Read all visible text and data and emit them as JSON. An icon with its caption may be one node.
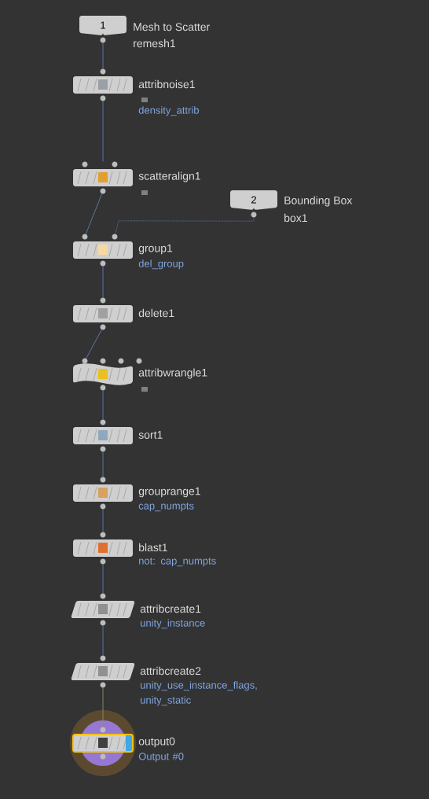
{
  "diagram": {
    "nodes": [
      {
        "text": [
          "1"
        ],
        "beside": [
          "Mesh to Scatter",
          "remesh1"
        ]
      },
      {
        "text": [
          "attribnoise1"
        ],
        "beside": [
          "density_attrib"
        ]
      },
      {
        "text": [
          "scatteralign1"
        ]
      },
      {
        "text": [
          "2"
        ],
        "beside": [
          "Bounding Box",
          "box1"
        ]
      },
      {
        "text": [
          "group1"
        ],
        "beside": [
          "del_group"
        ]
      },
      {
        "text": [
          "delete1"
        ]
      },
      {
        "text": [
          "attribwrangle1"
        ]
      },
      {
        "text": [
          "sort1"
        ]
      },
      {
        "text": [
          "grouprange1"
        ],
        "beside": [
          "cap_numpts"
        ]
      },
      {
        "text": [
          "blast1"
        ],
        "beside": [
          "not: cap_numpts"
        ]
      },
      {
        "text": [
          "attribcreate1"
        ],
        "beside": [
          "unity_instance"
        ]
      },
      {
        "text": [
          "attribcreate2"
        ],
        "beside": [
          "unity_use_instance_flags, unity_static"
        ]
      },
      {
        "text": [
          "output0"
        ],
        "beside": [
          "Output #0"
        ]
      }
    ],
    "edges": [
      {
        "from": 0,
        "to": 1,
        "arrow": "none"
      },
      {
        "from": 1,
        "to": 2,
        "arrow": "none"
      },
      {
        "from": 2,
        "to": 4,
        "arrow": "none"
      },
      {
        "from": 3,
        "to": 4,
        "arrow": "none",
        "style": "dashed"
      },
      {
        "from": 4,
        "to": 5,
        "arrow": "none"
      },
      {
        "from": 5,
        "to": 6,
        "arrow": "none"
      },
      {
        "from": 6,
        "to": 7,
        "arrow": "none"
      },
      {
        "from": 7,
        "to": 8,
        "arrow": "none"
      },
      {
        "from": 8,
        "to": 9,
        "arrow": "none"
      },
      {
        "from": 9,
        "to": 10,
        "arrow": "none"
      },
      {
        "from": 10,
        "to": 11,
        "arrow": "none"
      },
      {
        "from": 11,
        "to": 12,
        "arrow": "none",
        "color": "#8c8f5c"
      }
    ]
  }
}
